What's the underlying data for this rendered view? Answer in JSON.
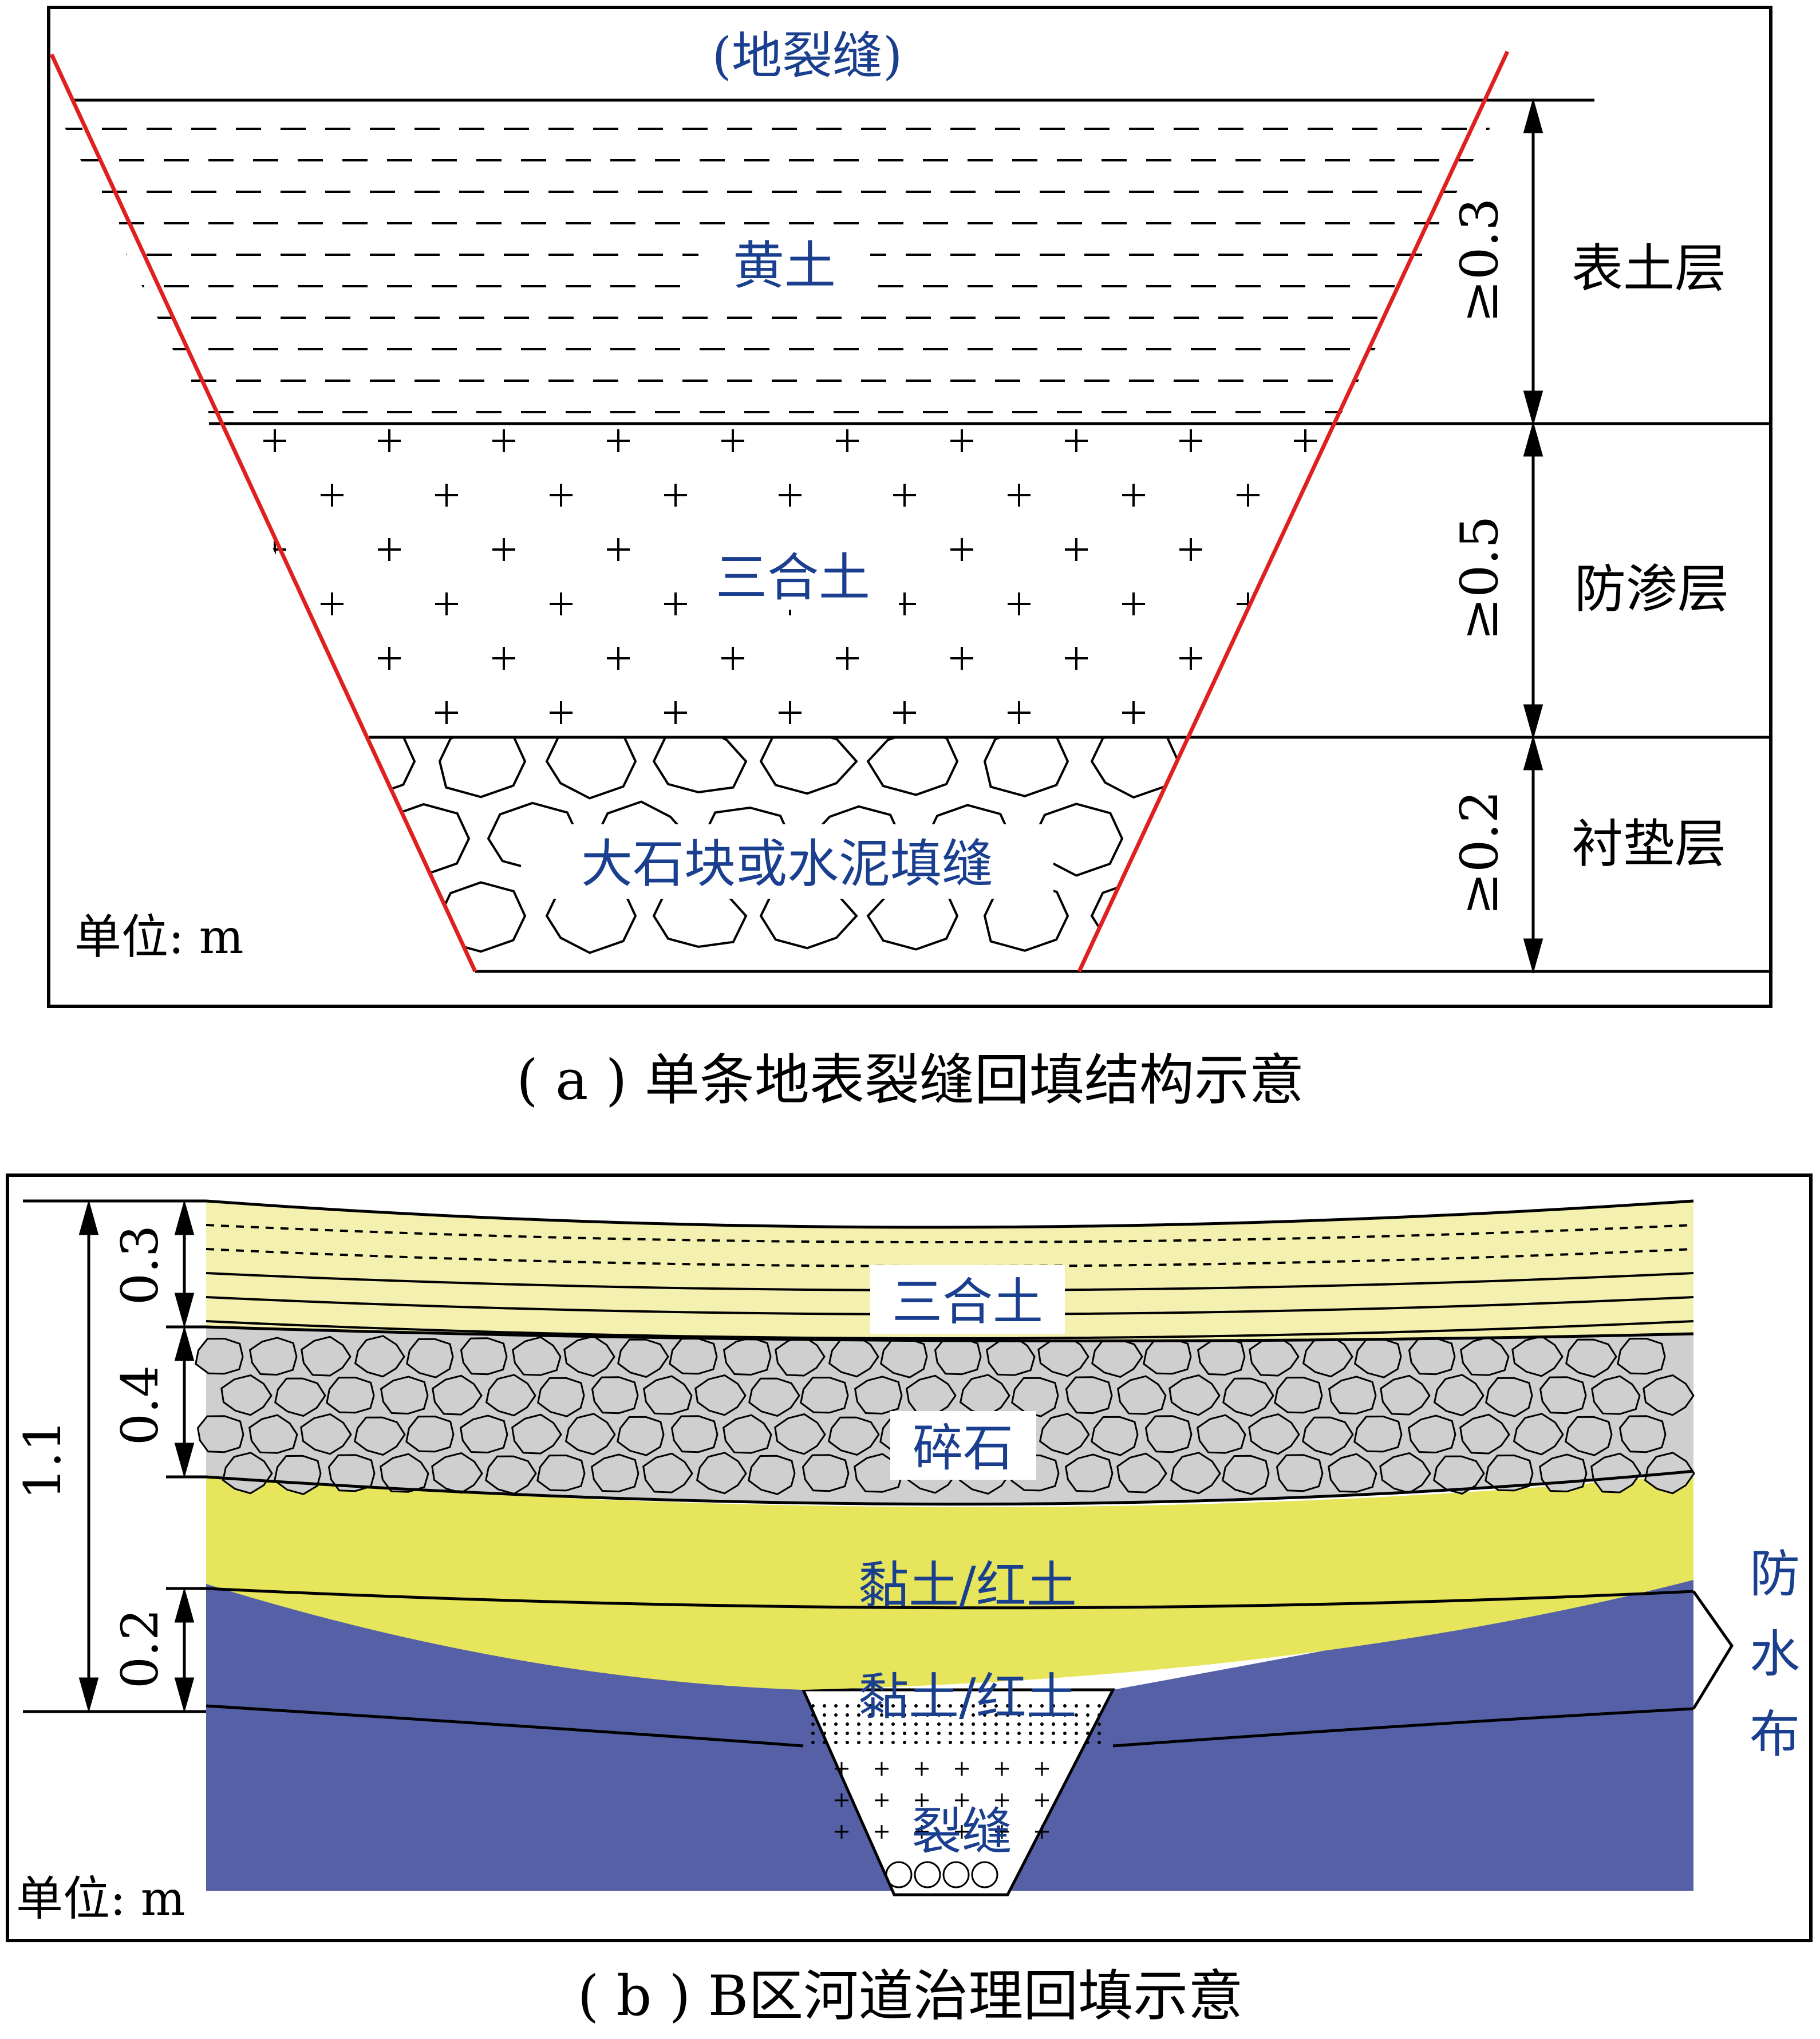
{
  "colors": {
    "frame": "#000000",
    "trench_wall": "#e02020",
    "label_blue": "#1a3f8f",
    "loess_fill": "#f4f0b0",
    "gravel_fill": "#cfcfcf",
    "clay_fill": "#e6e55c",
    "base_fill": "#5560a6",
    "crack_fill": "#ffffff"
  },
  "panel_a": {
    "title": "(地裂缝)",
    "layers": {
      "loess": "黄土",
      "lime_soil": "三合土",
      "stone": "大石块或水泥填缝"
    },
    "thickness": {
      "top": "≥0.3",
      "middle": "≥0.5",
      "bottom": "≥0.2"
    },
    "layer_names": {
      "top": "表土层",
      "middle": "防渗层",
      "bottom": "衬垫层"
    },
    "unit": "单位: m",
    "caption": "( a ) 单条地表裂缝回填结构示意"
  },
  "panel_b": {
    "layers": {
      "lime_soil": "三合土",
      "gravel": "碎石",
      "clay_upper": "黏土/红土",
      "clay_lower": "黏土/红土",
      "crack": "裂缝"
    },
    "thickness": {
      "total": "1.1",
      "top": "0.3",
      "second": "0.4",
      "third": "0.2"
    },
    "membrane": [
      "防",
      "水",
      "布"
    ],
    "unit": "单位: m",
    "caption": "( b ) B区河道治理回填示意"
  },
  "icons": {
    "dimension_arrow": "double-arrow-icon",
    "membrane_bracket": "angle-bracket-icon"
  }
}
